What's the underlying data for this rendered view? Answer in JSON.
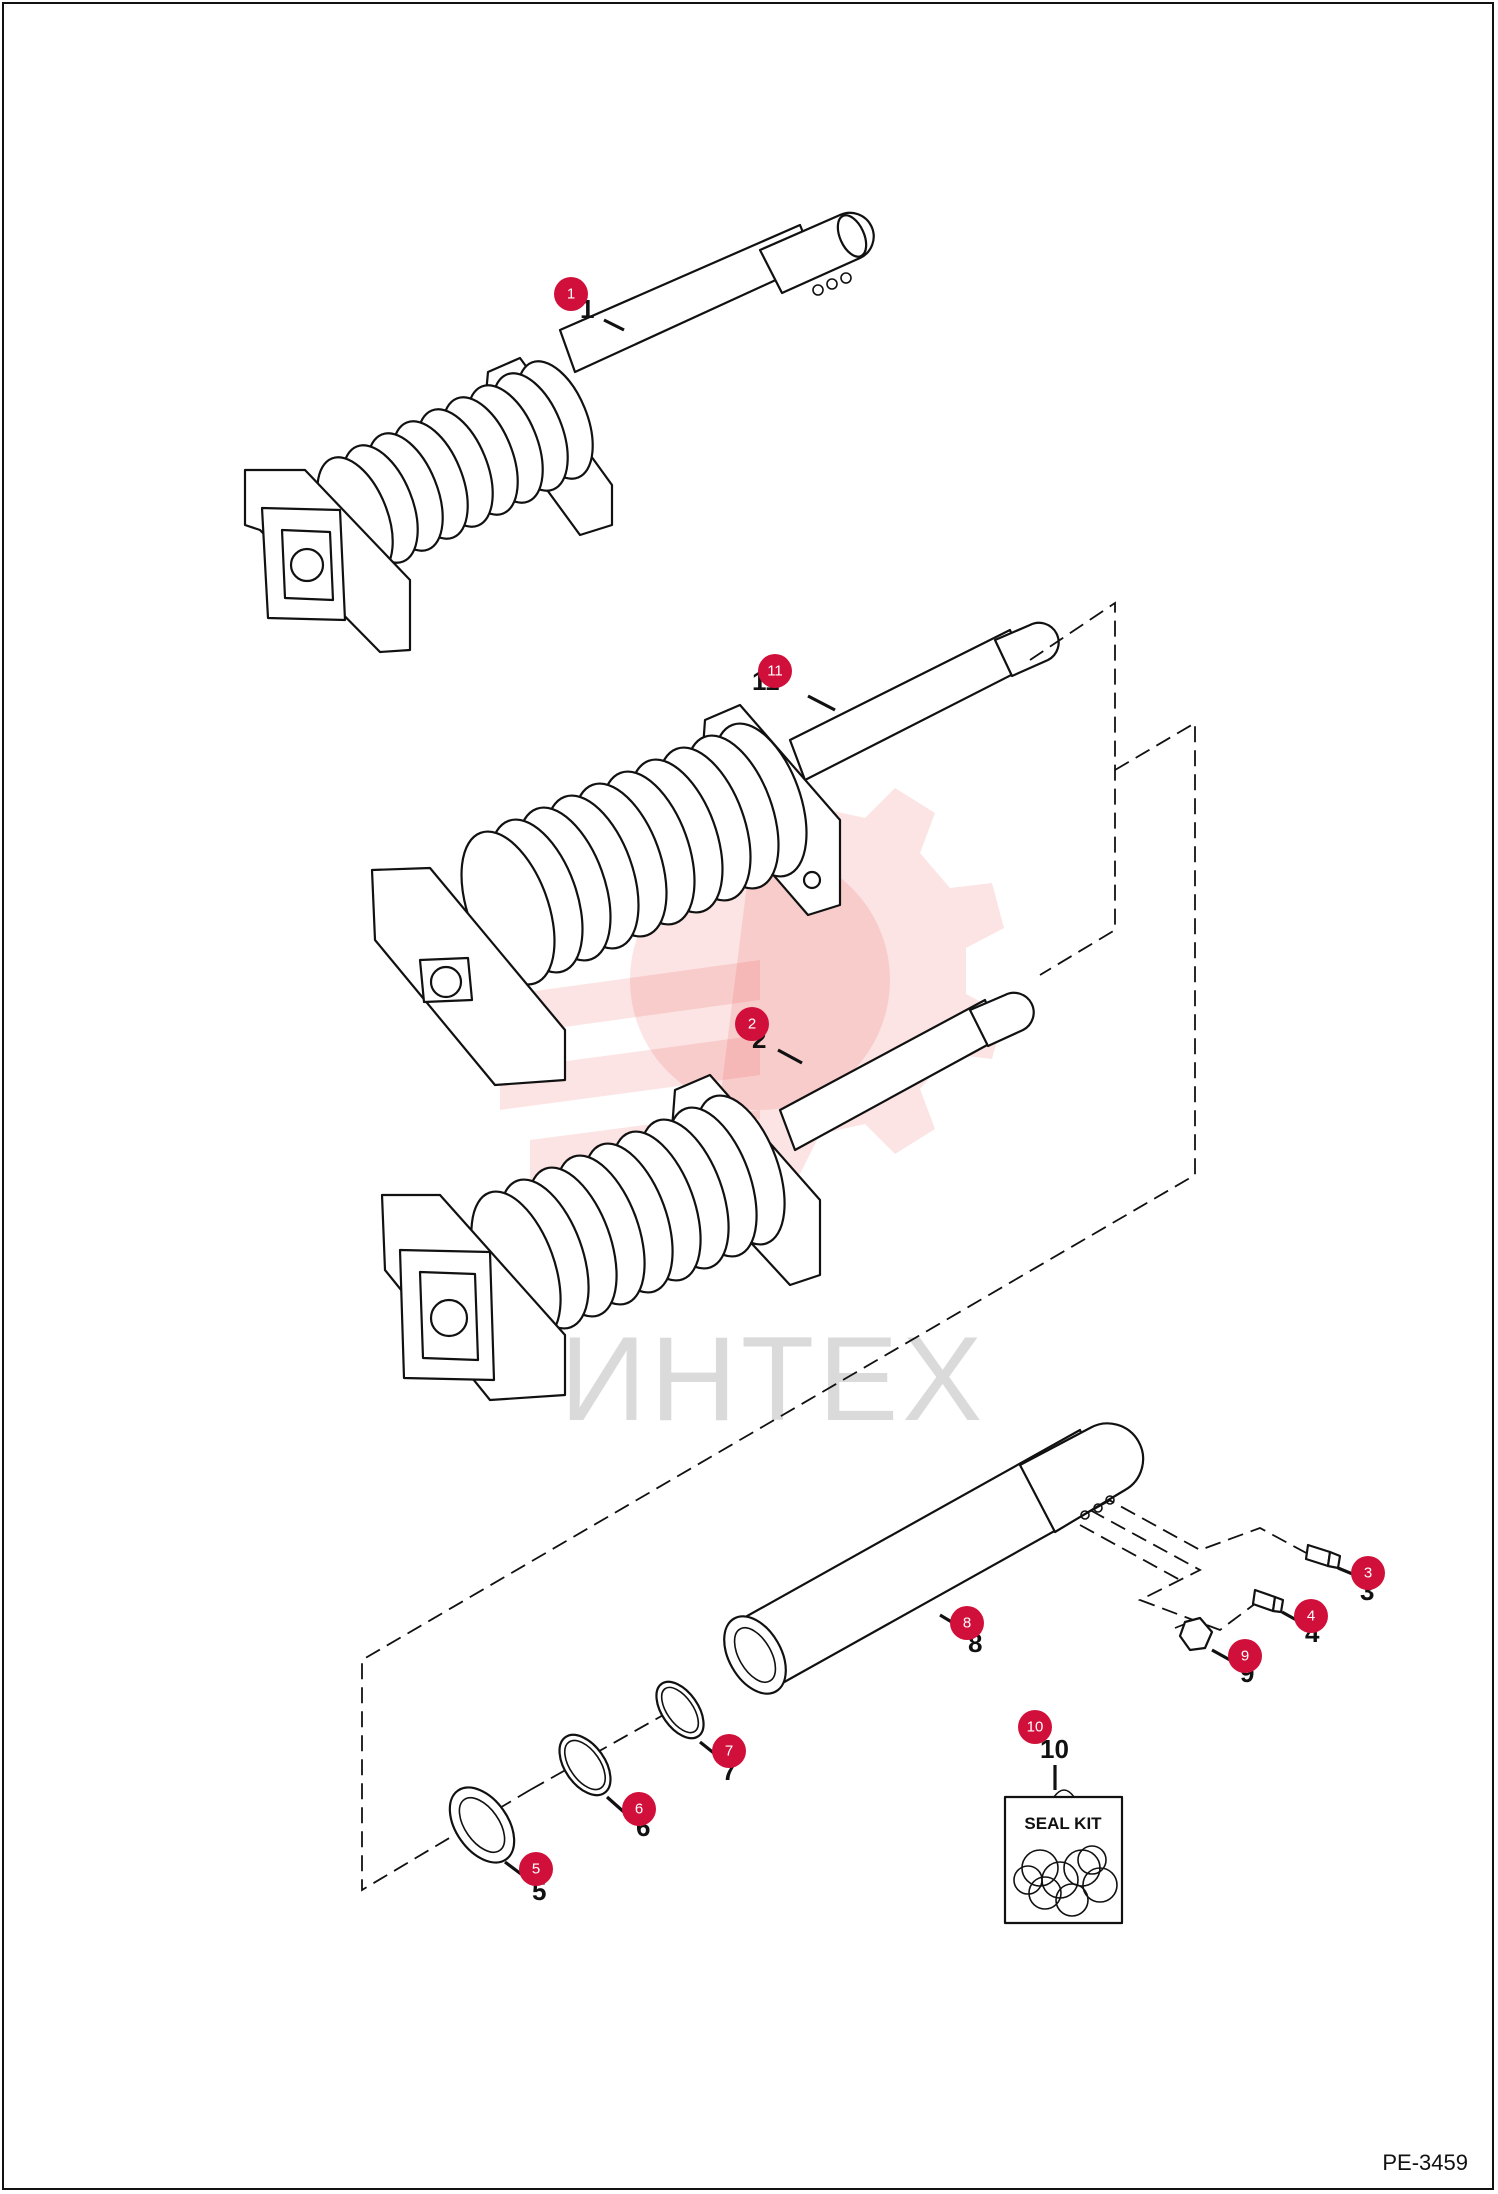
{
  "diagram": {
    "drawing_code": "PE-3459",
    "watermark_text": "ИНТЕХ",
    "seal_kit_label": "SEAL KIT",
    "callouts": [
      {
        "id": "1",
        "label": "1"
      },
      {
        "id": "2",
        "label": "2"
      },
      {
        "id": "3",
        "label": "3"
      },
      {
        "id": "4",
        "label": "4"
      },
      {
        "id": "5",
        "label": "5"
      },
      {
        "id": "6",
        "label": "6"
      },
      {
        "id": "7",
        "label": "7"
      },
      {
        "id": "8",
        "label": "8"
      },
      {
        "id": "9",
        "label": "9"
      },
      {
        "id": "10",
        "label": "10"
      },
      {
        "id": "11",
        "label": "11"
      }
    ],
    "badge_color": "#d0103a",
    "watermark_color": "#e8322f"
  }
}
